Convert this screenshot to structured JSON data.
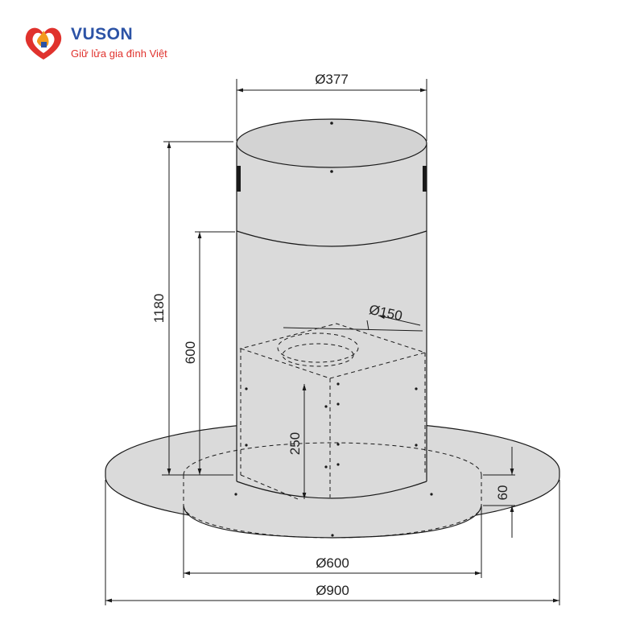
{
  "brand": {
    "name": "VUSON",
    "slogan": "Giữ lửa gia đình Việt",
    "colors": {
      "blue": "#2c53a6",
      "red": "#e0322d",
      "orange": "#f39a1e"
    }
  },
  "dimensions": {
    "chimney_diameter": "Ø377",
    "total_height": "1180",
    "chimney_height": "600",
    "filter_diameter": "Ø150",
    "box_height": "250",
    "hood_thickness": "60",
    "inner_diameter": "Ø600",
    "outer_diameter": "Ø900"
  },
  "colors": {
    "body_fill": "#d9d9d9",
    "line": "#1a1a1a"
  }
}
